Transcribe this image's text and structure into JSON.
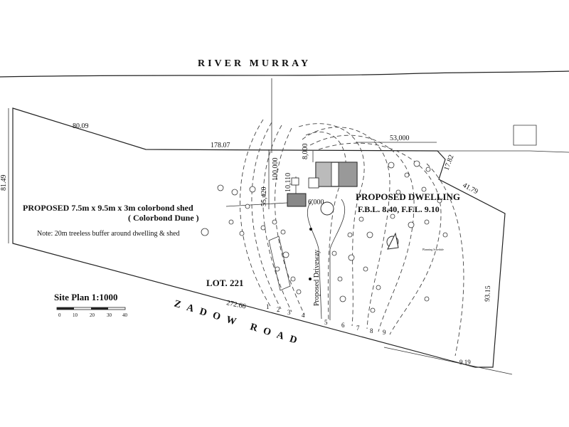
{
  "labels": {
    "river": "RIVER MURRAY",
    "road": "ZADOW ROAD",
    "shed_title": "PROPOSED 7.5m x 9.5m x 3m colorbond shed",
    "shed_subtitle": "( Colorbond Dune )",
    "note": "Note: 20m treeless buffer around dwelling & shed",
    "dwelling_title": "PROPOSED DWELLING",
    "dwelling_levels": "F.B.L. 8.40, F.F.L. 9.10",
    "lot": "LOT. 221",
    "site_plan": "Site Plan 1:1000",
    "driveway": "Proposed Driveway",
    "scale_ticks": [
      "0",
      "10",
      "20",
      "30",
      "40"
    ],
    "small_note": "Planning Schedule"
  },
  "dimensions": {
    "d_8009": "80.09",
    "d_8149": "81.49",
    "d_17807": "178.07",
    "d_53000": "53,000",
    "d_8000": "8,000",
    "d_100000": "100,000",
    "d_10110": "10,110",
    "d_55420": "55,420",
    "d_6000": "6,000",
    "d_1782": "17.82",
    "d_4179": "41.79",
    "d_9315": "93.15",
    "d_27266": "272.66",
    "d_919": "9.19"
  },
  "contours": [
    "1",
    "2",
    "3",
    "4",
    "5",
    "6",
    "7",
    "8",
    "9"
  ],
  "colors": {
    "ink": "#111111",
    "paper": "#ffffff"
  }
}
